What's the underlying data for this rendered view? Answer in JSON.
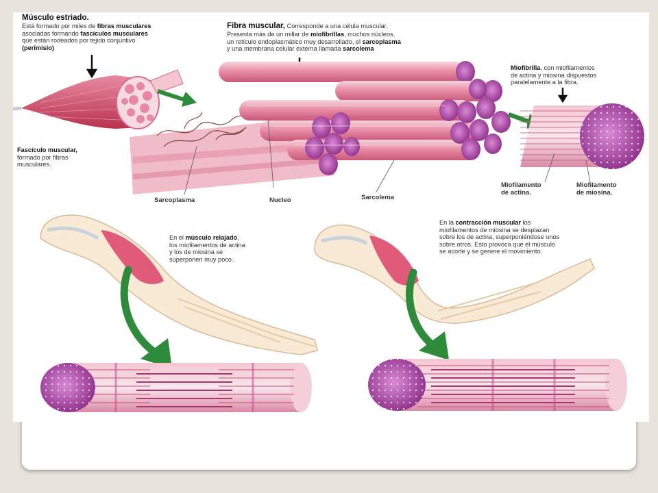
{
  "musculo": {
    "title": "Músculo estriado.",
    "line1": "Está formado por miles de ",
    "bold1": "fibras musculares",
    "line2": "asociadas formando ",
    "bold2": "fascículos musculares",
    "line3": "que están rodeados por tejido conjuntivo",
    "line4": "(perimisio)"
  },
  "fibra": {
    "title": "Fibra muscular,",
    "line1": " Corresponde a una célula muscular.",
    "line2": "Presenta más de un millar de ",
    "bold2": "miofibrillas",
    "line2b": ", muchos núcleos,",
    "line3": "un retículo endoplasmático muy desarrollado, el ",
    "bold3": "sarcoplasma",
    "line4": "y una membrana celular externa llamada ",
    "bold4": "sarcolema"
  },
  "miofibrilla": {
    "bold": "Miofibrilla",
    "line1": ", con miofilamentos",
    "line2": "de actina y miosina dispuestos",
    "line3": "paralelamente a la fibra."
  },
  "fasciculo": {
    "bold": "Fascículo muscular,",
    "line2": "formado por fibras",
    "line3": "musculares."
  },
  "labels": {
    "sarcoplasma": "Sarcoplasma",
    "nucleo": "Nucleo",
    "sarcolema": "Sarcolema",
    "actina1": "Miofilamento",
    "actina2": "de actina.",
    "miosina1": "Miofilamento",
    "miosina2": "de miosina."
  },
  "relajado": {
    "line1": "En el ",
    "bold": "músculo relajado",
    "line1b": ",",
    "line2": "los miofilamentos de actina",
    "line3": "y los de miosina se",
    "line4": "superponen muy poco."
  },
  "contraccion": {
    "line1": "En la ",
    "bold": "contracción muscular",
    "line1b": " los",
    "line2": "miofilamentos de miosina se desplazan",
    "line3": "sobre los de actina, superponiéndose unos",
    "line4": "sobre otros. Esto provoca que el músculo",
    "line5": "se acorte y se genere el movimiento."
  },
  "colors": {
    "muscle": "#d9607e",
    "fiber_light": "#f0b8c6",
    "end_cap": "#b04aa8",
    "arrow_green": "#2e8b3c",
    "skin": "#f6e6cc"
  }
}
